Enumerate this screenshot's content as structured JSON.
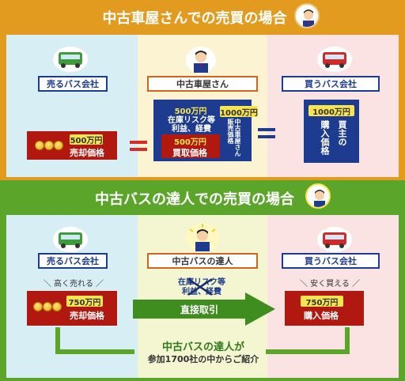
{
  "top": {
    "title": "中古車屋さんでの売買の場合",
    "seller_label": "売るバス会社",
    "dealer_label": "中古車屋さん",
    "buyer_label": "買うバス会社",
    "seller_price": "500万円",
    "seller_price_caption": "売却価格",
    "dealer_margin_price": "500万円",
    "dealer_margin_caption": "在庫リスク等\n利益、経費",
    "dealer_buy_price": "500万円",
    "dealer_buy_caption": "買取価格",
    "dealer_sell_price": "1000万円",
    "dealer_sell_caption": "中古車屋さん販売価格",
    "buyer_price": "1000万円",
    "buyer_price_caption": "購入価格",
    "buyer_vertical": "買主の"
  },
  "bottom": {
    "title": "中古バスの達人での売買の場合",
    "seller_label": "売るバス会社",
    "master_label": "中古バスの達人",
    "buyer_label": "買うバス会社",
    "seller_note": "高く売れる",
    "buyer_note": "安く買える",
    "seller_price": "750万円",
    "seller_price_caption": "売却価格",
    "buyer_price": "750万円",
    "buyer_price_caption": "購入価格",
    "crossed_text": "在庫リスク等\n利益、経費",
    "arrow_label": "直接取引",
    "footer_line1": "中古バスの達人が",
    "footer_line2": "参加1700社の中からご紹介"
  },
  "colors": {
    "orange": "#e29b1f",
    "green": "#5ba52a",
    "blue": "#1d3b8f",
    "red": "#b01810",
    "yellow": "#f7e44e"
  }
}
